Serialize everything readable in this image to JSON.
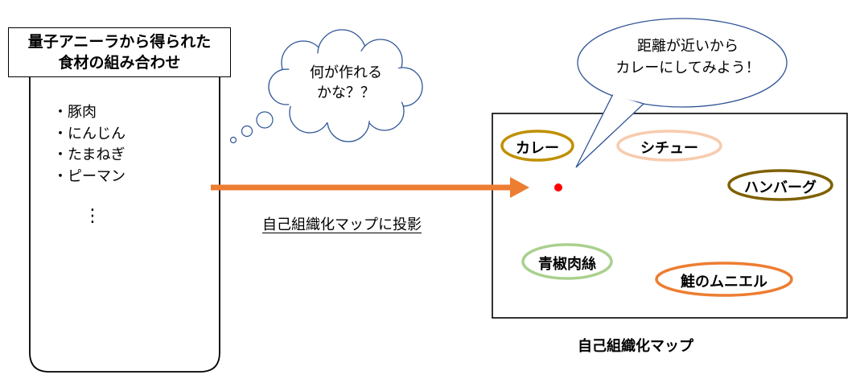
{
  "title_box": {
    "line1": "量子アニーラから得られた",
    "line2": "食材の組み合わせ"
  },
  "ingredients": [
    "・豚肉",
    "・にんじん",
    "・たまねぎ",
    "・ピーマン"
  ],
  "ellipsis": "⋮",
  "thought_bubble": {
    "line1": "何が作れる",
    "line2": "かな？？"
  },
  "arrow_label": "自己組織化マップに投影",
  "speech_bubble": {
    "line1": "距離が近いから",
    "line2": "カレーにしてみよう！"
  },
  "map_caption": "自己組織化マップ",
  "dishes": [
    {
      "label": "カレー",
      "color": "#bf9000"
    },
    {
      "label": "シチュー",
      "color": "#f8cbad"
    },
    {
      "label": "ハンバーグ",
      "color": "#7f6000"
    },
    {
      "label": "青椒肉絲",
      "color": "#a9d18e"
    },
    {
      "label": "鮭のムニエル",
      "color": "#ed7d31"
    }
  ],
  "colors": {
    "arrow": "#ed7d31",
    "point": "#ff0000",
    "outline": "#000000"
  }
}
